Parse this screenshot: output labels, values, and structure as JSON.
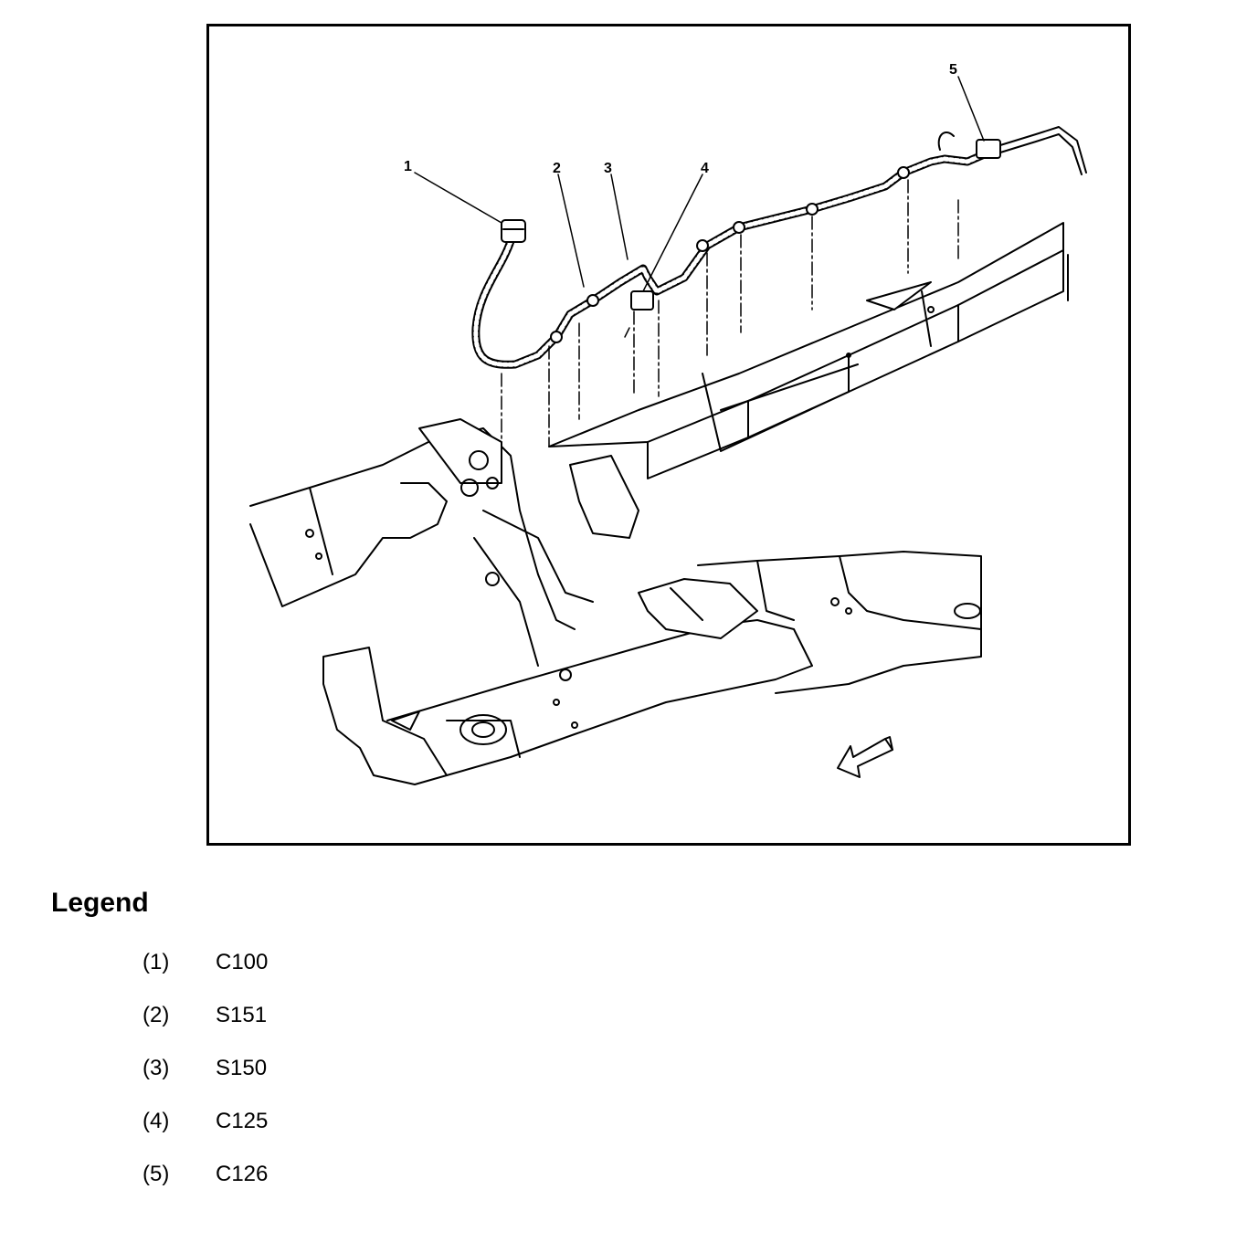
{
  "figure": {
    "callouts": [
      {
        "number": "1"
      },
      {
        "number": "2"
      },
      {
        "number": "3"
      },
      {
        "number": "4"
      },
      {
        "number": "5"
      }
    ],
    "icon": "direction-arrow-icon"
  },
  "legend": {
    "title": "Legend",
    "items": [
      {
        "number": "(1)",
        "code": "C100"
      },
      {
        "number": "(2)",
        "code": "S151"
      },
      {
        "number": "(3)",
        "code": "S150"
      },
      {
        "number": "(4)",
        "code": "C125"
      },
      {
        "number": "(5)",
        "code": "C126"
      }
    ]
  }
}
